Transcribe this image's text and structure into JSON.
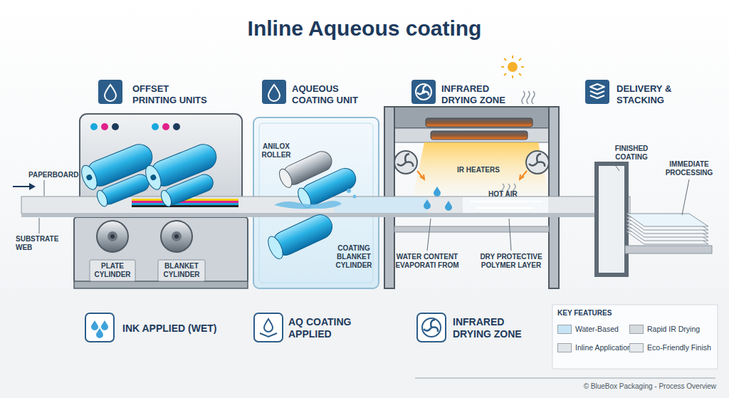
{
  "diagram": {
    "title": "Inline Aqueous coating",
    "caption": "© BlueBox Packaging - Process Overview",
    "nodes": [
      {
        "text": [
          "OFFSET PRINTING UNITS",
          "PLATE CYLINDER",
          "BLANKET CYLINDER"
        ]
      },
      {
        "text": [
          "AQUEOUS COATING UNIT",
          "ANILOX ROLLER",
          "COATING BLANKET CYLINDER"
        ]
      },
      {
        "text": [
          "INFRARED DRYING ZONE",
          "IR HEATERS",
          "HOT AIR",
          "WATER CONTENT EVAPORATI FROM",
          "DRY PROTECTIVE POLYMER LAYER"
        ]
      },
      {
        "text": [
          "DELIVERY & STACKING",
          "FINISHED COATING",
          "IMMEDIATE PROCESSING"
        ]
      }
    ],
    "labels": [
      "PAPERBOARD",
      "SUBSTRATE WEB",
      "INK APPLIED (WET)",
      "AQ COATING APPLIED",
      "INFRARED DRYING ZONE",
      "KEY FEATURES"
    ],
    "legend": [
      {
        "text": "Water-Based",
        "color": "#c6e4f5"
      },
      {
        "text": "Rapid IR Drying",
        "color": "#d5dadf"
      },
      {
        "text": "Inline Application",
        "color": "#e1e5e9"
      },
      {
        "text": "Eco-Friendly Finish",
        "color": "#e6e9ec"
      }
    ]
  }
}
